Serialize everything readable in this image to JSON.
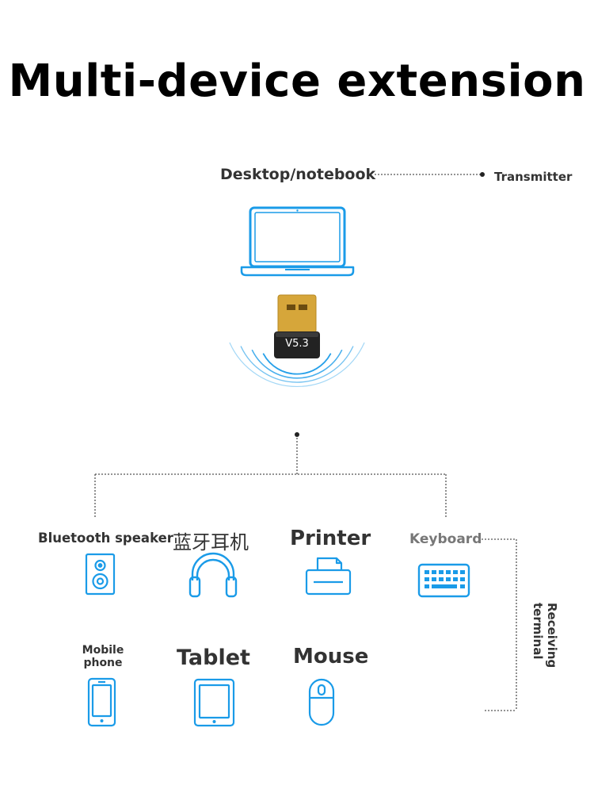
{
  "title": "Multi-device extension",
  "host": {
    "label": "Desktop/notebook",
    "role_label": "Transmitter"
  },
  "dongle": {
    "version": "V5.3"
  },
  "receiving_label": "Receiving terminal",
  "devices": [
    {
      "label": "Bluetooth speaker",
      "icon": "speaker-icon"
    },
    {
      "label": "蓝牙耳机",
      "icon": "headphones-icon"
    },
    {
      "label": "Printer",
      "icon": "printer-icon"
    },
    {
      "label": "Keyboard",
      "icon": "keyboard-icon"
    },
    {
      "label": "Mobile phone",
      "icon": "phone-icon"
    },
    {
      "label": "Tablet",
      "icon": "tablet-icon"
    },
    {
      "label": "Mouse",
      "icon": "mouse-icon"
    }
  ],
  "colors": {
    "icon_blue": "#1a9be8",
    "line": "#555555",
    "dongle_gold": "#d6a63a",
    "dongle_body": "#222222"
  }
}
